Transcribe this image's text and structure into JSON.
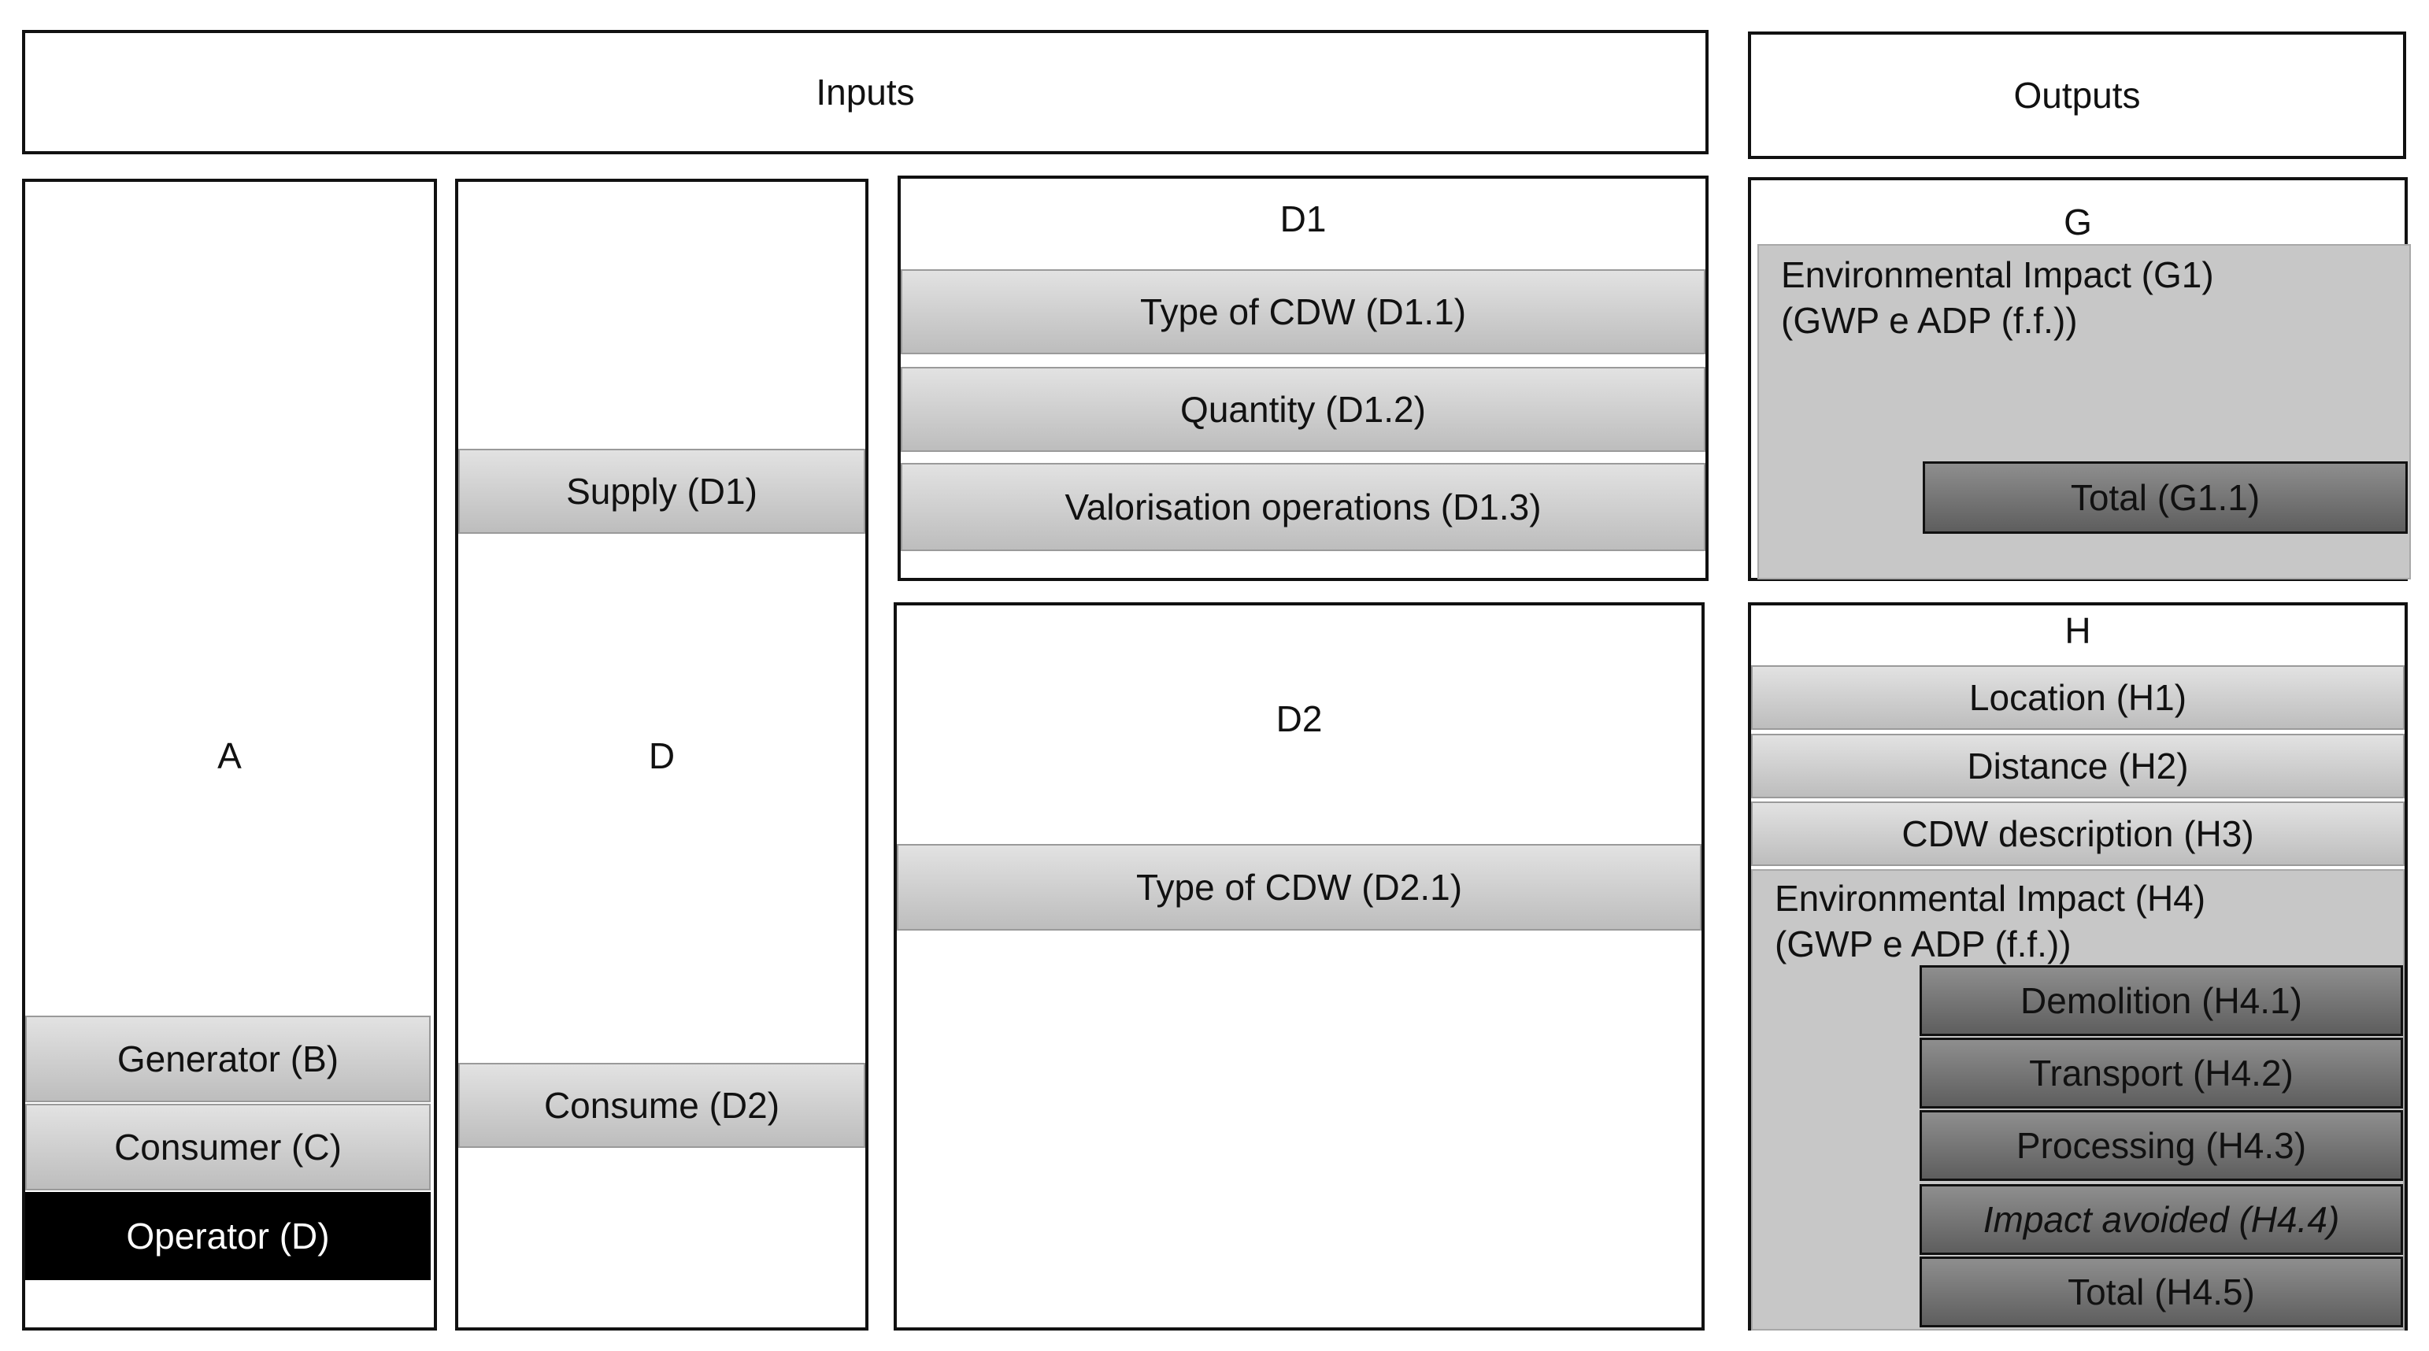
{
  "header": {
    "inputs": "Inputs",
    "outputs": "Outputs"
  },
  "col_a": {
    "title": "A",
    "items": [
      "Generator (B)",
      "Consumer (C)",
      "Operator (D)"
    ]
  },
  "col_d": {
    "title": "D",
    "supply": "Supply (D1)",
    "consume": "Consume (D2)"
  },
  "d1": {
    "title": "D1",
    "items": [
      "Type of CDW (D1.1)",
      "Quantity (D1.2)",
      "Valorisation operations (D1.3)"
    ]
  },
  "d2": {
    "title": "D2",
    "items": [
      "Type of CDW (D2.1)"
    ]
  },
  "g": {
    "title": "G",
    "impact_line1": "Environmental Impact (G1)",
    "impact_line2": "(GWP e ADP (f.f.))",
    "total": "Total (G1.1)"
  },
  "h": {
    "title": "H",
    "rows": [
      "Location (H1)",
      "Distance (H2)",
      "CDW description (H3)"
    ],
    "impact_line1": "Environmental Impact (H4)",
    "impact_line2": "(GWP e ADP (f.f.))",
    "sub": [
      "Demolition (H4.1)",
      "Transport (H4.2)",
      "Processing (H4.3)",
      "Impact avoided (H4.4)",
      "Total (H4.5)"
    ]
  },
  "colors": {
    "black_box": "#000000",
    "grey_box": "#c7c7c7",
    "dark_box": "#6e6e6e"
  }
}
